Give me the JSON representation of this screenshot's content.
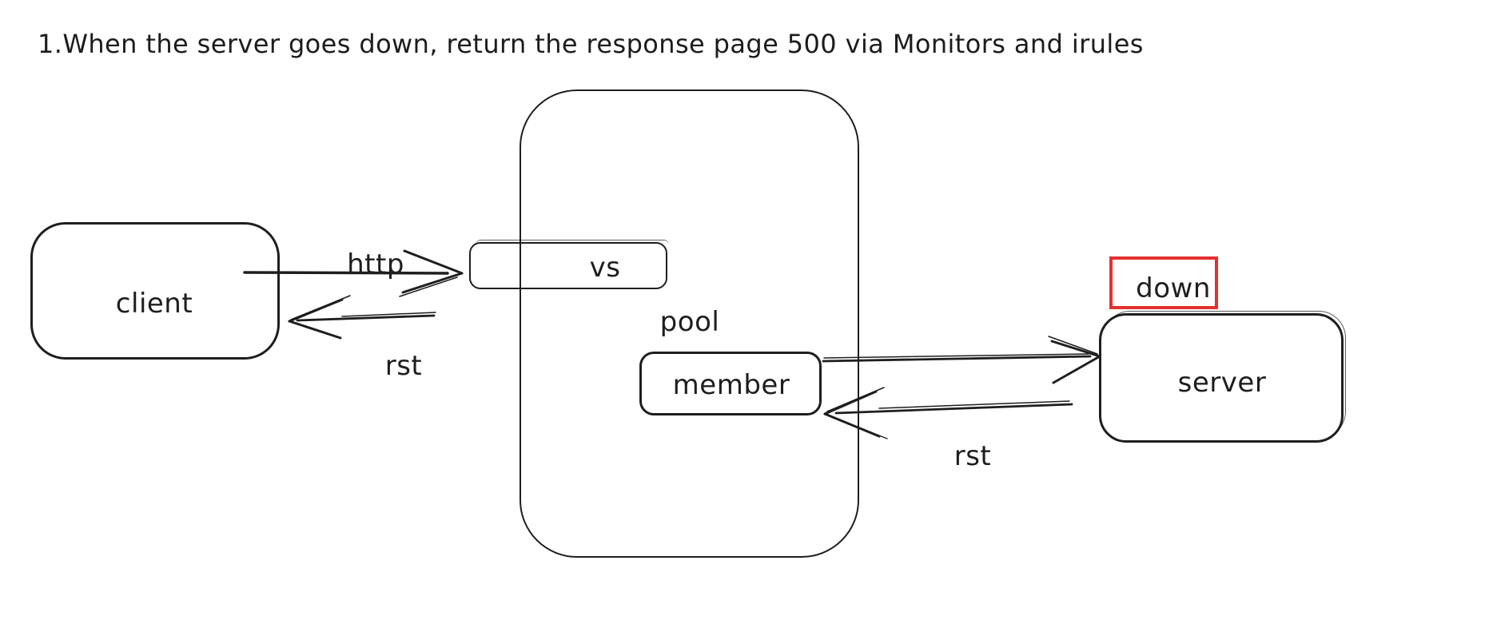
{
  "title": "1.When the server goes down, return the response page 500 via Monitors and irules",
  "nodes": {
    "client": "client",
    "vs": "vs",
    "pool": "pool",
    "member": "member",
    "server": "server",
    "down": "down"
  },
  "edges": {
    "http": "http",
    "rst_client": "rst",
    "rst_server": "rst"
  },
  "colors": {
    "stroke": "#1e1e1e",
    "highlight": "#e53030",
    "background": "#ffffff"
  }
}
